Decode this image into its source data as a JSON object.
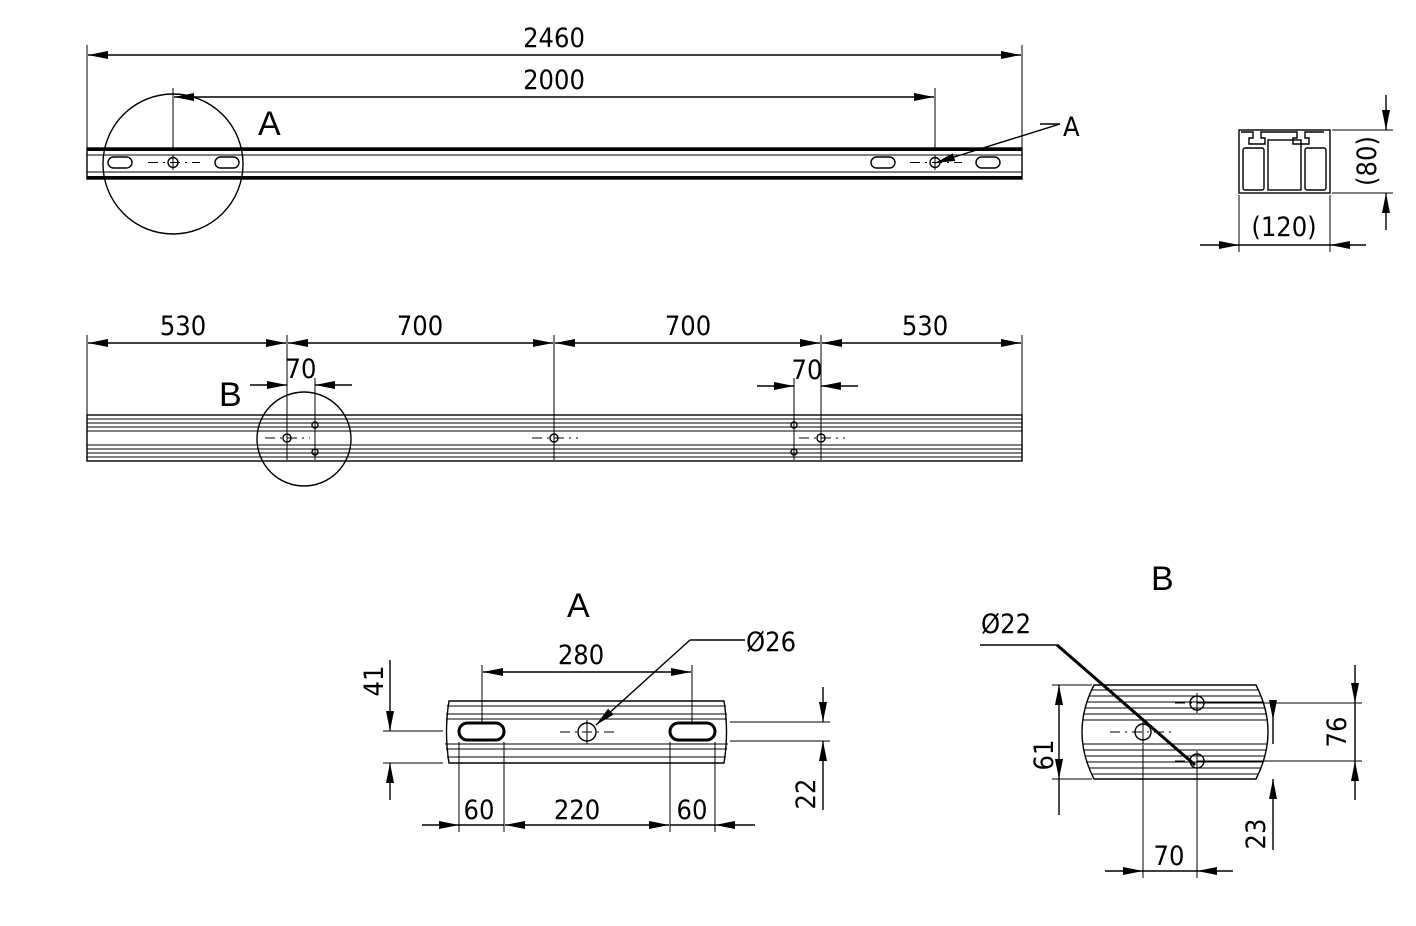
{
  "drawing": {
    "top_view": {
      "overall_length": "2460",
      "hole_spacing": "2000",
      "detail_circle_label": "A",
      "leader_label": "A"
    },
    "section": {
      "width": "(120)",
      "height": "(80)"
    },
    "side_view": {
      "segments": [
        "530",
        "700",
        "700",
        "530"
      ],
      "pair_spacing_left": "70",
      "pair_spacing_right": "70",
      "detail_circle_label": "B"
    },
    "detail_a": {
      "title": "A",
      "slot_spacing": "280",
      "hole_diameter": "Ø26",
      "height_41": "41",
      "offset_22": "22",
      "slot_left": "60",
      "center_220": "220",
      "slot_right": "60"
    },
    "detail_b": {
      "title": "B",
      "hole_diameter": "Ø22",
      "height_61": "61",
      "height_76": "76",
      "offset_23": "23",
      "spacing_70": "70"
    }
  }
}
